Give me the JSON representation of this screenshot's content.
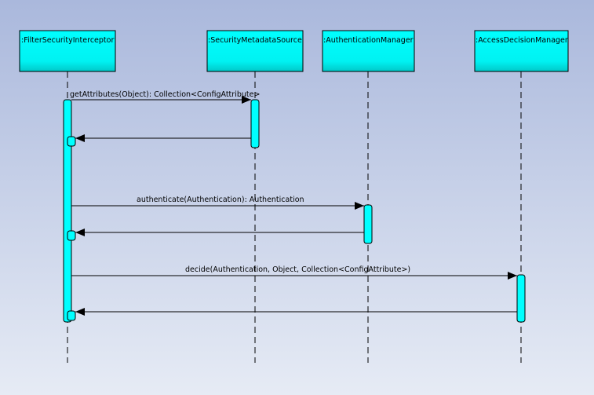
{
  "diagram": {
    "participants": [
      {
        "id": "fsi",
        "label": ":FilterSecurityInterceptor"
      },
      {
        "id": "sms",
        "label": ":SecurityMetadataSource"
      },
      {
        "id": "am",
        "label": ":AuthenticationManager"
      },
      {
        "id": "adm",
        "label": ":AccessDecisionManager"
      }
    ],
    "messages": [
      {
        "from": "fsi",
        "to": "sms",
        "label": "getAttributes(Object): Collection<ConfigAttribute>",
        "kind": "call"
      },
      {
        "from": "sms",
        "to": "fsi",
        "label": "",
        "kind": "return"
      },
      {
        "from": "fsi",
        "to": "am",
        "label": "authenticate(Authentication): Authentication",
        "kind": "call"
      },
      {
        "from": "am",
        "to": "fsi",
        "label": "",
        "kind": "return"
      },
      {
        "from": "fsi",
        "to": "adm",
        "label": "decide(Authentication, Object, Collection<ConfigAttribute>)",
        "kind": "call"
      },
      {
        "from": "adm",
        "to": "fsi",
        "label": "",
        "kind": "return"
      }
    ],
    "colors": {
      "background_top": "#aab8dc",
      "background_bottom": "#e6ebf5",
      "participant_fill": "#00ffff",
      "participant_shade": "#00c8c8",
      "activation_fill": "#00ffff",
      "line": "#000000"
    }
  }
}
